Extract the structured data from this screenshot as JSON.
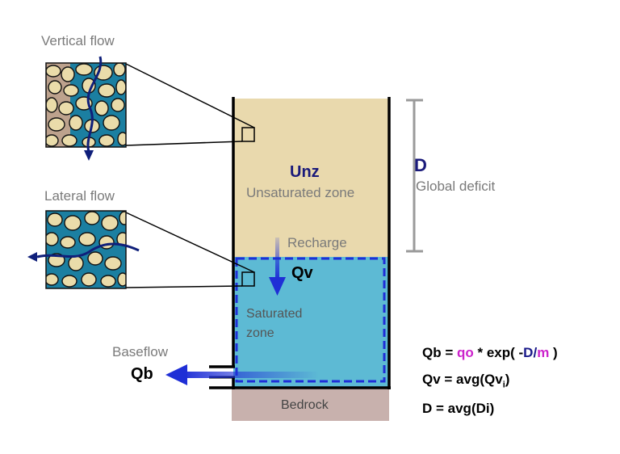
{
  "labels": {
    "vertical_flow": "Vertical flow",
    "lateral_flow": "Lateral flow",
    "unz": "Unz",
    "unsaturated_zone": "Unsaturated zone",
    "recharge": "Recharge",
    "qv": "Qv",
    "saturated_zone_line1": "Saturated",
    "saturated_zone_line2": "zone",
    "d": "D",
    "global_deficit": "Global deficit",
    "baseflow": "Baseflow",
    "qb": "Qb",
    "bedrock": "Bedrock"
  },
  "equations": {
    "qb_lhs": "Qb = ",
    "qb_qo": "qo",
    "qb_mid": " * exp( -",
    "qb_d": "D",
    "qb_slash": "/",
    "qb_m": "m",
    "qb_end": ")",
    "qv_lhs": "Qv = avg(Qv",
    "qv_sub": "i",
    "qv_end": ")",
    "d_eq": "D = avg(Di)"
  },
  "colors": {
    "unsaturated": "#e9d9ad",
    "saturated": "#5dbad4",
    "bedrock": "#c8b1ad",
    "pore_water": "#1b7fa1",
    "grain": "#eadcaa",
    "flow_arrow": "#0f1f7a",
    "dash_line": "#1f2fd6",
    "magenta": "#cc22cc"
  }
}
